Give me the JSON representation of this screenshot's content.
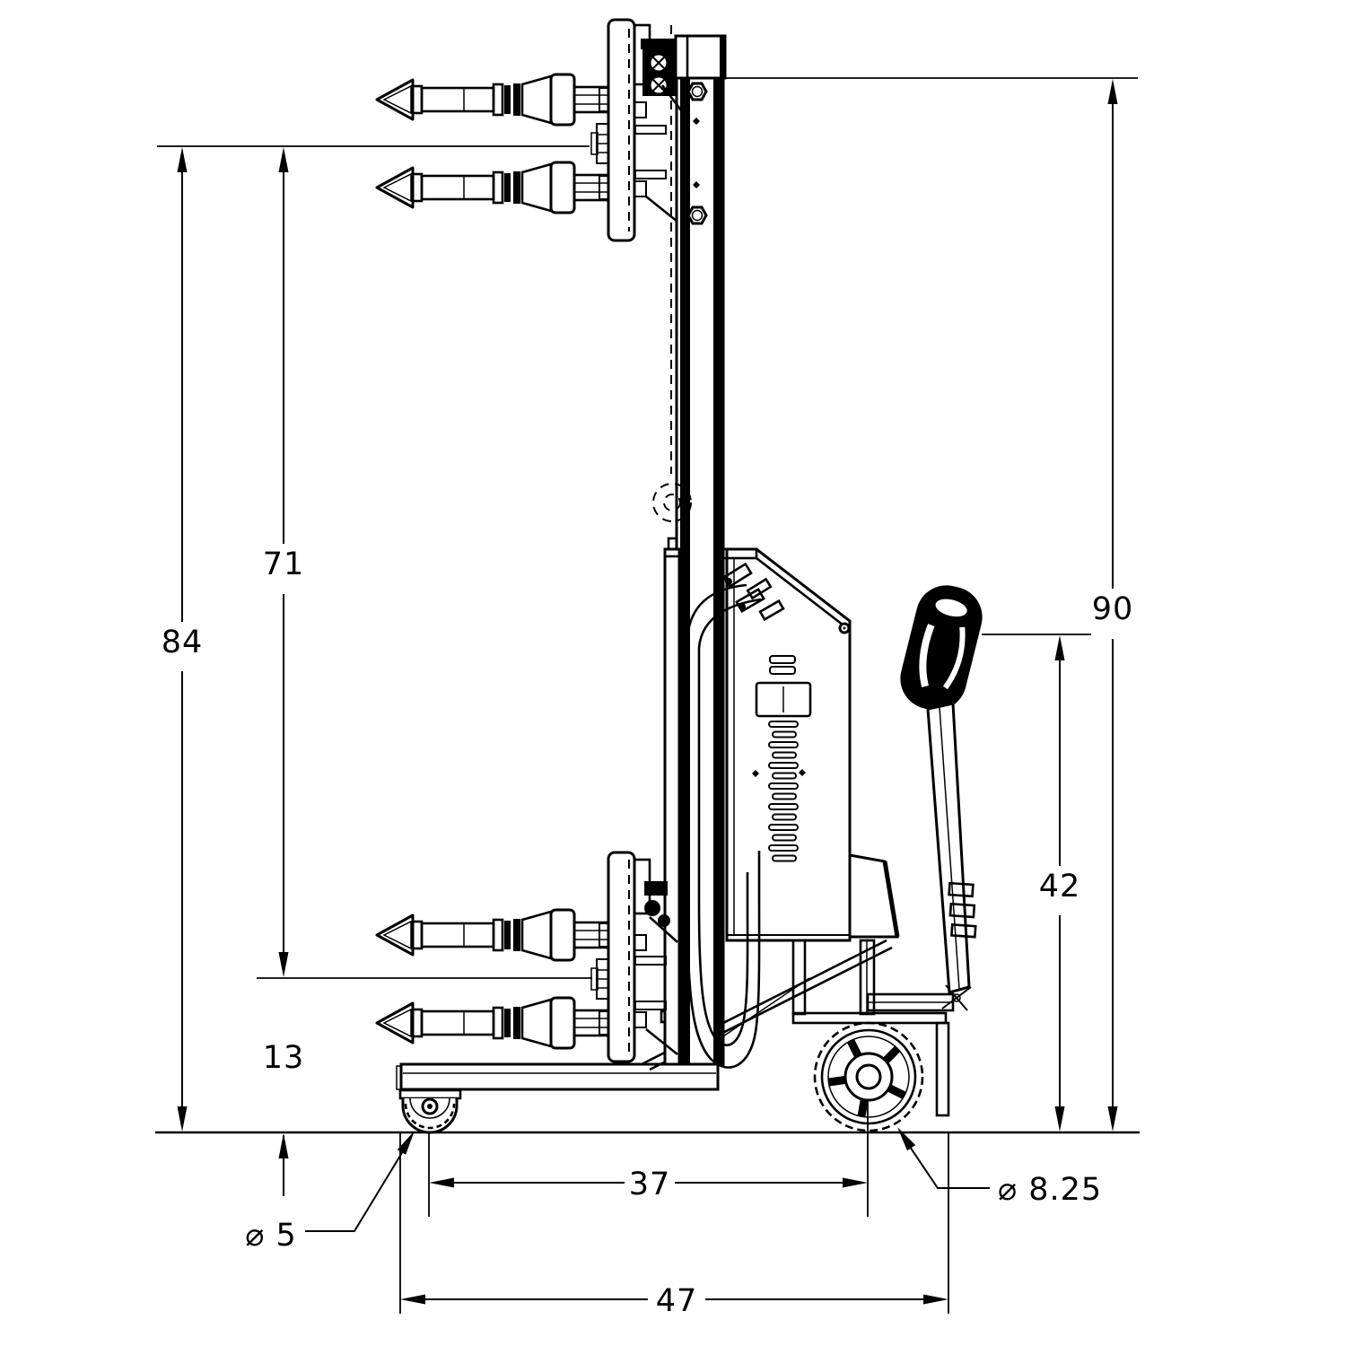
{
  "dims": {
    "d90": {
      "label": "90"
    },
    "d84": {
      "label": "84"
    },
    "d71": {
      "label": "71"
    },
    "d42": {
      "label": "42"
    },
    "d37": {
      "label": "37"
    },
    "d47": {
      "label": "47"
    },
    "d13": {
      "label": "13"
    },
    "dia_caster": {
      "label": "⌀ 5"
    },
    "dia_drive_wheel": {
      "label": "⌀ 8.25"
    }
  }
}
